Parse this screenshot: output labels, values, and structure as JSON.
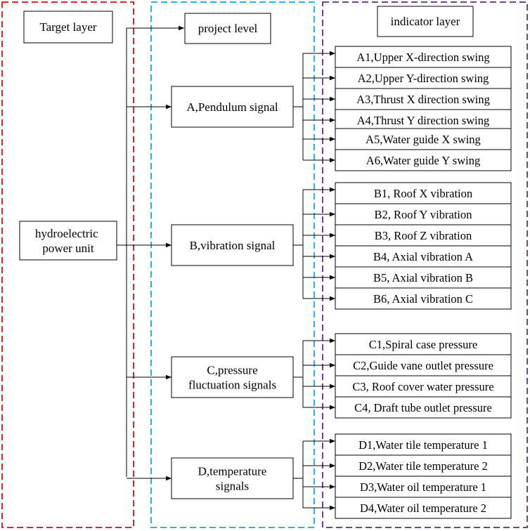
{
  "layers": {
    "target": "Target layer",
    "project": "project level",
    "indicator": "indicator layer"
  },
  "colors": {
    "target_frame": "#e0262b",
    "project_frame": "#27b3e6",
    "indicator_frame": "#7a3f9a"
  },
  "root": [
    "hydroelectric",
    "power unit"
  ],
  "groups": [
    {
      "label": [
        "A,Pendulum signal"
      ],
      "items": [
        "A1,Upper X-direction swing",
        "A2,Upper Y-direction swing",
        "A3,Thrust X direction swing",
        "A4,Thrust Y direction swing",
        "A5,Water guide X swing",
        "A6,Water guide Y swing"
      ]
    },
    {
      "label": [
        "B,vibration signal"
      ],
      "items": [
        "B1, Roof X vibration",
        "B2, Roof Y vibration",
        "B3, Roof Z vibration",
        "B4, Axial vibration A",
        "B5, Axial vibration B",
        "B6, Axial vibration C"
      ]
    },
    {
      "label": [
        "C,pressure",
        "fluctuation signals"
      ],
      "items": [
        "C1,Spiral case pressure",
        "C2,Guide vane outlet pressure",
        "C3, Roof cover water pressure",
        "C4, Draft tube outlet pressure"
      ]
    },
    {
      "label": [
        "D,temperature",
        "signals"
      ],
      "items": [
        "D1,Water  tile temperature 1",
        "D2,Water  tile temperature 2",
        "D3,Water oil temperature 1",
        "D4,Water oil temperature 2"
      ]
    }
  ]
}
